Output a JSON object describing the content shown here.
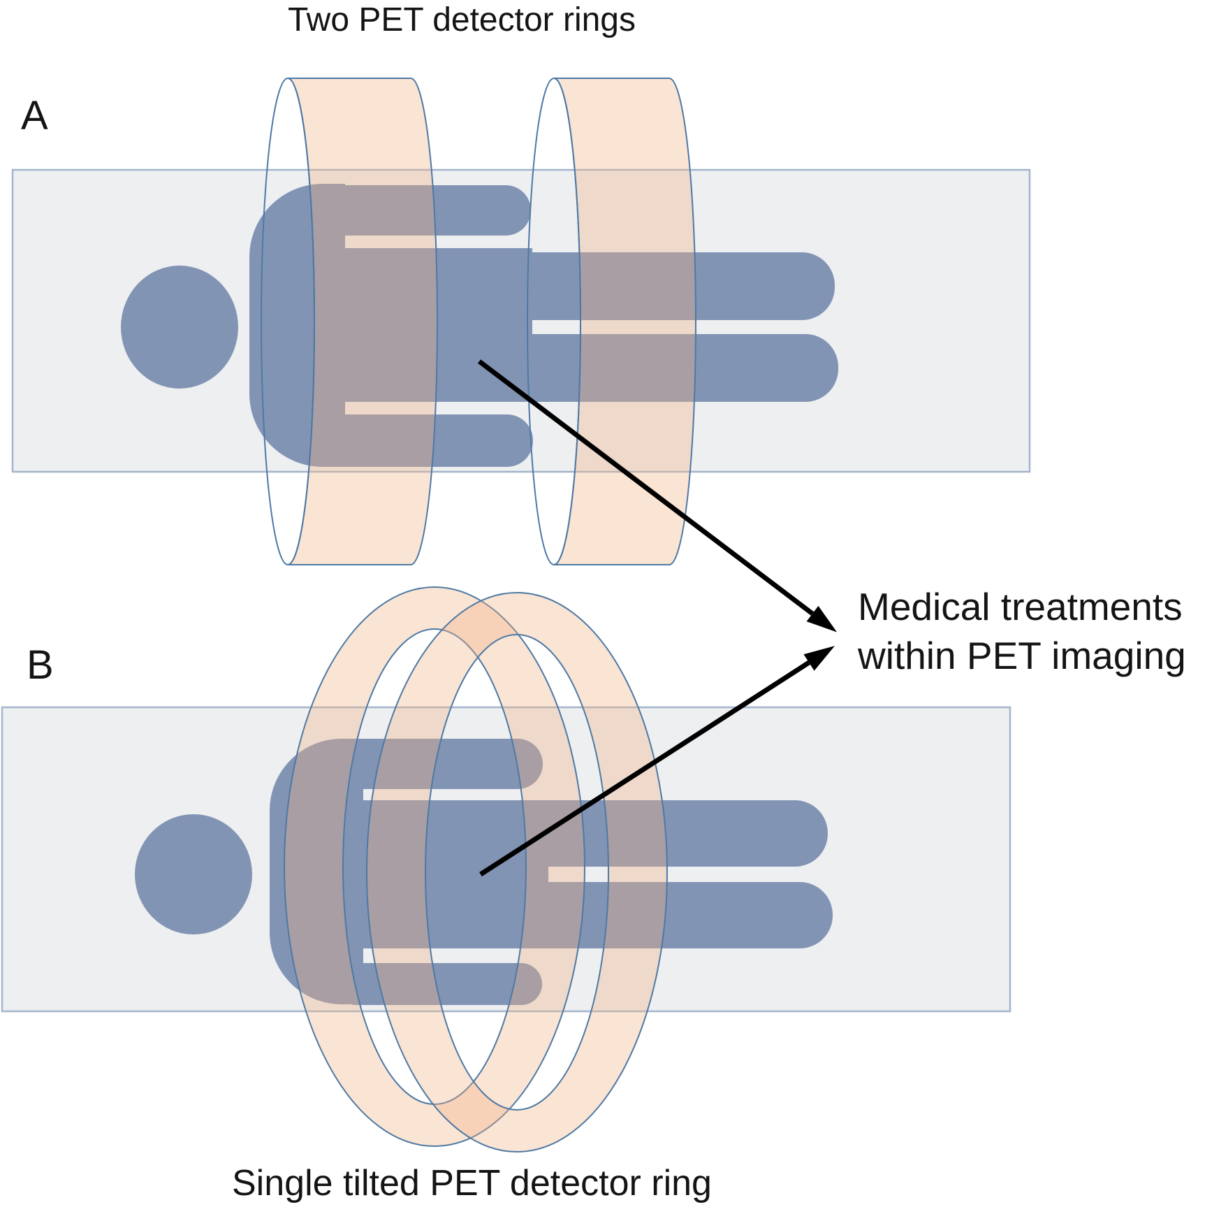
{
  "title": "Two PET detector rings",
  "panel_a": {
    "label": "A"
  },
  "panel_b": {
    "label": "B"
  },
  "annotation": {
    "text": "Medical treatments within PET imaging"
  },
  "caption": "Single tilted PET detector ring",
  "colors": {
    "ring_fill": "#f0b184",
    "ring_outline": "#4e79a4",
    "body_fill": "#8294b4",
    "table_fill": "#eceef0",
    "table_border": "#a3b5cb",
    "arrow": "#000000",
    "text": "#141414"
  }
}
